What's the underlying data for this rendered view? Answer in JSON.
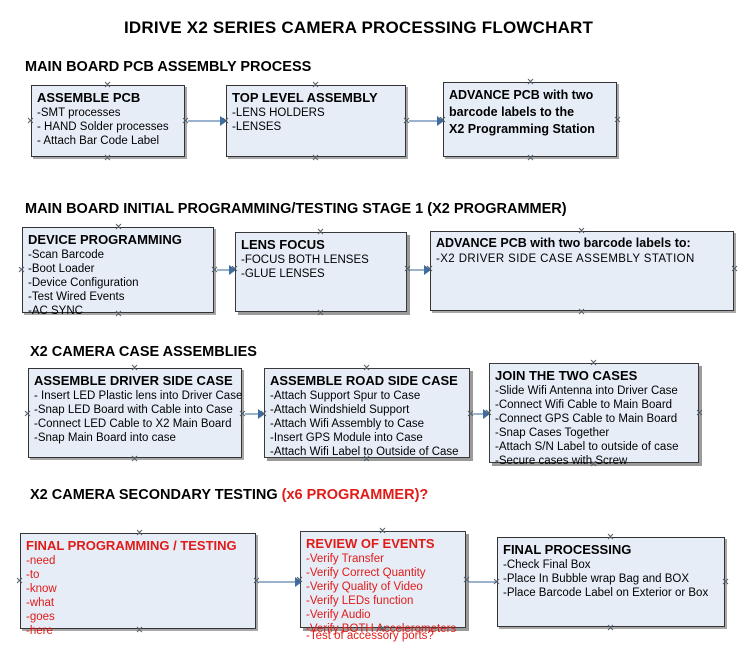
{
  "document": {
    "title": "IDRIVE X2  SERIES CAMERA PROCESSING FLOWCHART"
  },
  "sections": [
    {
      "id": "main-board-pcb-assembly",
      "heading": "MAIN BOARD PCB ASSEMBLY PROCESS",
      "heading_red": ""
    },
    {
      "id": "main-board-initial-programming",
      "heading": "MAIN BOARD INITIAL PROGRAMMING/TESTING STAGE 1 (X2 PROGRAMMER)",
      "heading_red": ""
    },
    {
      "id": "x2-camera-case-assemblies",
      "heading": "X2 CAMERA CASE ASSEMBLIES",
      "heading_red": ""
    },
    {
      "id": "x2-camera-secondary-testing",
      "heading": "X2 CAMERA SECONDARY TESTING ",
      "heading_red": "(x6 PROGRAMMER)?"
    }
  ],
  "boxes": {
    "assemble_pcb": {
      "title": "ASSEMBLE PCB",
      "lines": [
        "-SMT processes",
        "- HAND Solder processes",
        "- Attach Bar Code Label"
      ]
    },
    "top_level_assembly": {
      "title": "TOP LEVEL ASSEMBLY",
      "lines": [
        "-LENS HOLDERS",
        "-LENSES"
      ]
    },
    "advance_pcb_station": {
      "lines": [
        "ADVANCE PCB with two",
        "barcode labels to the",
        " X2 Programming Station"
      ]
    },
    "device_programming": {
      "title": "DEVICE PROGRAMMING",
      "lines": [
        "-Scan Barcode",
        "-Boot Loader",
        "-Device Configuration",
        "-Test Wired Events",
        "-AC SYNC"
      ]
    },
    "lens_focus": {
      "title": "LENS FOCUS",
      "lines": [
        "-FOCUS BOTH LENSES",
        "-GLUE LENSES"
      ]
    },
    "advance_pcb_driver_side": {
      "title": "ADVANCE PCB with two barcode labels to:",
      "lines": [
        "-X2 DRIVER  SIDE  CASE  ASSEMBLY STATION"
      ]
    },
    "assemble_driver_side_case": {
      "title": "ASSEMBLE DRIVER SIDE CASE",
      "lines": [
        "- Insert LED Plastic lens into Driver Case",
        "-Snap LED Board with Cable into Case",
        "-Connect LED Cable to X2 Main Board",
        "-Snap Main Board into case"
      ]
    },
    "assemble_road_side_case": {
      "title": "ASSEMBLE ROAD SIDE CASE",
      "lines": [
        "-Attach Support Spur to Case",
        "-Attach Windshield Support",
        "-Attach Wifi Assembly to Case",
        "-Insert GPS Module into Case",
        "-Attach Wifi Label to Outside of Case"
      ]
    },
    "join_the_two_cases": {
      "title": "JOIN THE TWO CASES",
      "lines": [
        "-Slide Wifi Antenna into Driver Case",
        "-Connect Wifi Cable to Main Board",
        "-Connect GPS Cable to Main Board",
        "-Snap Cases Together",
        "-Attach S/N Label to outside of case",
        "-Secure cases with Screw"
      ]
    },
    "final_programming_testing": {
      "title": "FINAL PROGRAMMING / TESTING",
      "lines": [
        "-need",
        "-to",
        "-know",
        "-what",
        "-goes",
        "-here"
      ]
    },
    "review_of_events": {
      "title": "REVIEW OF EVENTS",
      "lines": [
        "-Verify Transfer",
        "-Verify Correct Quantity",
        "-Verify Quality of Video",
        "-Verify LEDs function",
        "-Verify Audio",
        "-Verify BOTH Accelerometers"
      ],
      "overflow_line": "-Test of accessory ports?"
    },
    "final_processing": {
      "title": "FINAL PROCESSING",
      "lines": [
        " -Check Final Box",
        "-Place In Bubble wrap Bag and BOX",
        "-Place Barcode Label on Exterior or Box"
      ]
    }
  },
  "colors": {
    "box_fill": "#e6edf7",
    "box_border": "#333333",
    "arrow_line": "#9ab3cc",
    "arrow_head": "#3b6ea5",
    "red_text": "#e01b18",
    "black_text": "#000000"
  }
}
